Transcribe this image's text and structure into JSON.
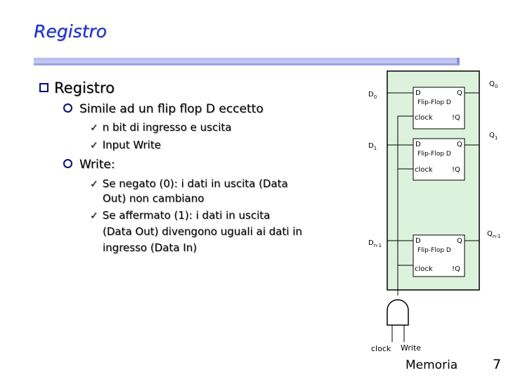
{
  "slide": {
    "title": "Registro",
    "bullets": {
      "l1": "Registro",
      "l2a": "Simile ad un flip flop D eccetto",
      "l3a": "n bit di ingresso e uscita",
      "l3b": "Input Write",
      "l2b": "Write:",
      "l3c_1": "Se negato (0): i dati in uscita (Data",
      "l3c_2": "Out) non cambiano",
      "l3d_1": "Se affermato (1): i dati in uscita",
      "l3d_2": "(Data Out) divengono uguali ai dati in",
      "l3d_3": "ingresso (Data In)"
    },
    "check_glyph": "✓"
  },
  "diagram": {
    "inputs": {
      "d0": {
        "base": "D",
        "sub": "0"
      },
      "d1": {
        "base": "D",
        "sub": "1"
      },
      "dn": {
        "base": "D",
        "sub": "n-1"
      }
    },
    "outputs": {
      "q0": {
        "base": "Q",
        "sub": "0"
      },
      "q1": {
        "base": "Q",
        "sub": "1"
      },
      "qn": {
        "base": "Q",
        "sub": "n-1"
      }
    },
    "ff": {
      "d": "D",
      "q": "Q",
      "name": "Flip-Flop D",
      "clock": "clock",
      "nq": "!Q"
    },
    "gate_labels": {
      "clock": "clock",
      "write": "Write"
    },
    "colors": {
      "box_fill": "#dcf2dc",
      "ff_fill": "#ffffff"
    }
  },
  "footer": {
    "left": "Memoria",
    "page": "7"
  }
}
